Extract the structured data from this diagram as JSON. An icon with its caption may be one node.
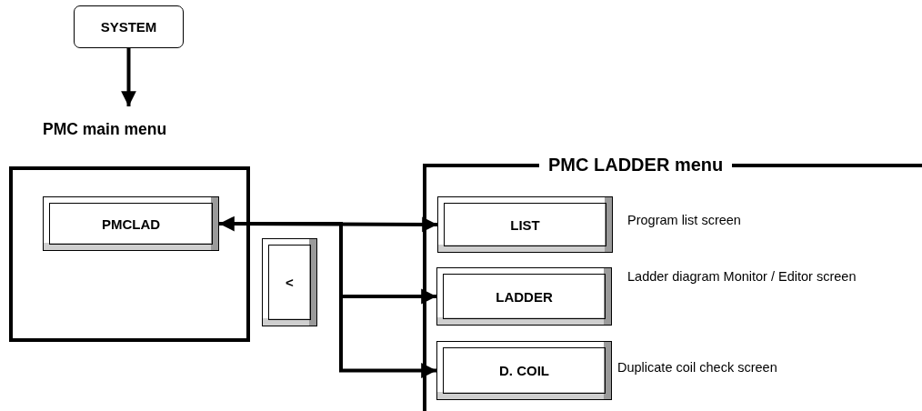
{
  "diagram": {
    "nodes": [
      {
        "text": [
          "SYSTEM"
        ]
      },
      {
        "text": [
          "PMC main menu"
        ]
      },
      {
        "text": [
          "PMCLAD"
        ],
        "in": 1
      },
      {
        "text": [
          "<"
        ]
      },
      {
        "text": [
          "PMC LADDER menu"
        ]
      },
      {
        "text": [
          "LIST"
        ],
        "in": 4,
        "beside": [
          "Program list screen"
        ]
      },
      {
        "text": [
          "LADDER"
        ],
        "in": 4,
        "beside": [
          "Ladder diagram Monitor / Editor screen"
        ]
      },
      {
        "text": [
          "D. COIL"
        ],
        "in": 4,
        "beside": [
          "Duplicate coil check screen"
        ]
      }
    ],
    "edges": [
      {
        "from": 0,
        "to": 1,
        "arrow": "to"
      },
      {
        "from": 2,
        "to": 5,
        "arrow": "both"
      },
      {
        "from": 2,
        "to": 6,
        "arrow": "to"
      },
      {
        "from": 2,
        "to": 7,
        "arrow": "to"
      }
    ]
  }
}
